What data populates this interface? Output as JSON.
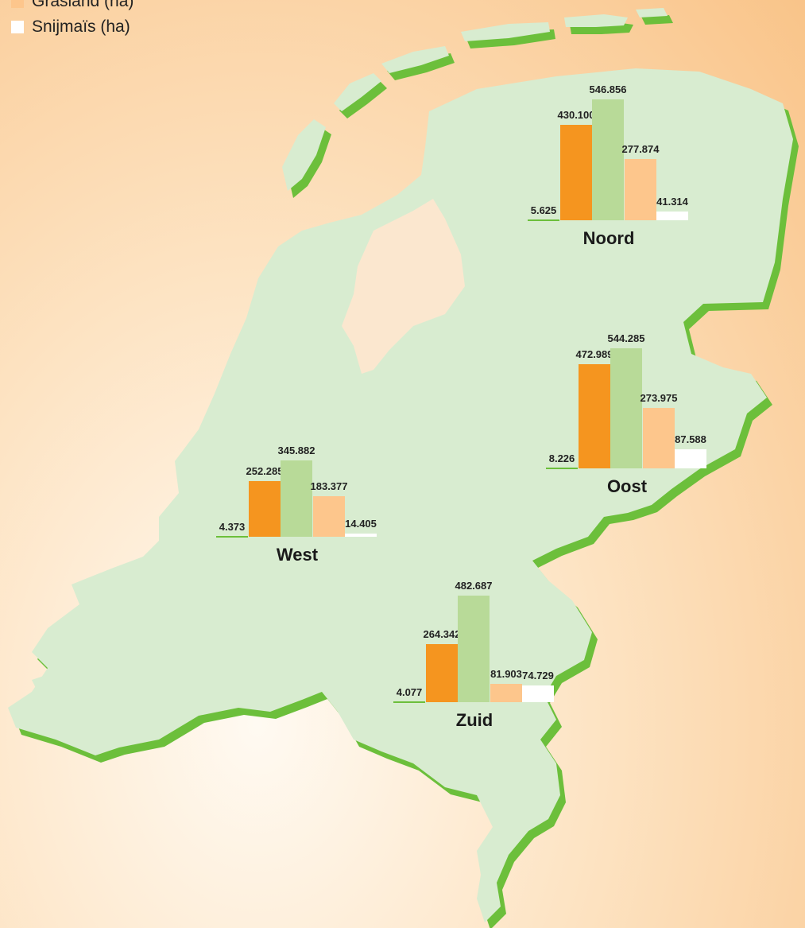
{
  "colors": {
    "c1": "#6cbf3b",
    "c2": "#f5951f",
    "c3": "#b8da98",
    "c4": "#fdc68c",
    "c5": "#ffffff",
    "map_fill": "#d8ecd0",
    "map_shadow": "#6cbf3b"
  },
  "legend": [
    {
      "label": "Grasland (ha)",
      "color": "#fdc68c"
    },
    {
      "label": "Snijmaïs (ha)",
      "color": "#ffffff"
    }
  ],
  "chart_data": {
    "type": "bar",
    "unit": "ha",
    "series_colors": [
      "#6cbf3b",
      "#f5951f",
      "#b8da98",
      "#fdc68c",
      "#ffffff"
    ],
    "regions": [
      {
        "name": "Noord",
        "values": [
          5625,
          430100,
          546856,
          277874,
          41314
        ],
        "labels": [
          "5.625",
          "430.100",
          "546.856",
          "277.874",
          "41.314"
        ]
      },
      {
        "name": "Oost",
        "values": [
          8226,
          472989,
          544285,
          273975,
          87588
        ],
        "labels": [
          "8.226",
          "472.989",
          "544.285",
          "273.975",
          "87.588"
        ]
      },
      {
        "name": "West",
        "values": [
          4373,
          252285,
          345882,
          183377,
          14405
        ],
        "labels": [
          "4.373",
          "252.285",
          "345.882",
          "183.377",
          "14.405"
        ]
      },
      {
        "name": "Zuid",
        "values": [
          4077,
          264342,
          482687,
          81903,
          74729
        ],
        "labels": [
          "4.077",
          "264.342",
          "482.687",
          "81.903",
          "74.729"
        ]
      }
    ]
  }
}
